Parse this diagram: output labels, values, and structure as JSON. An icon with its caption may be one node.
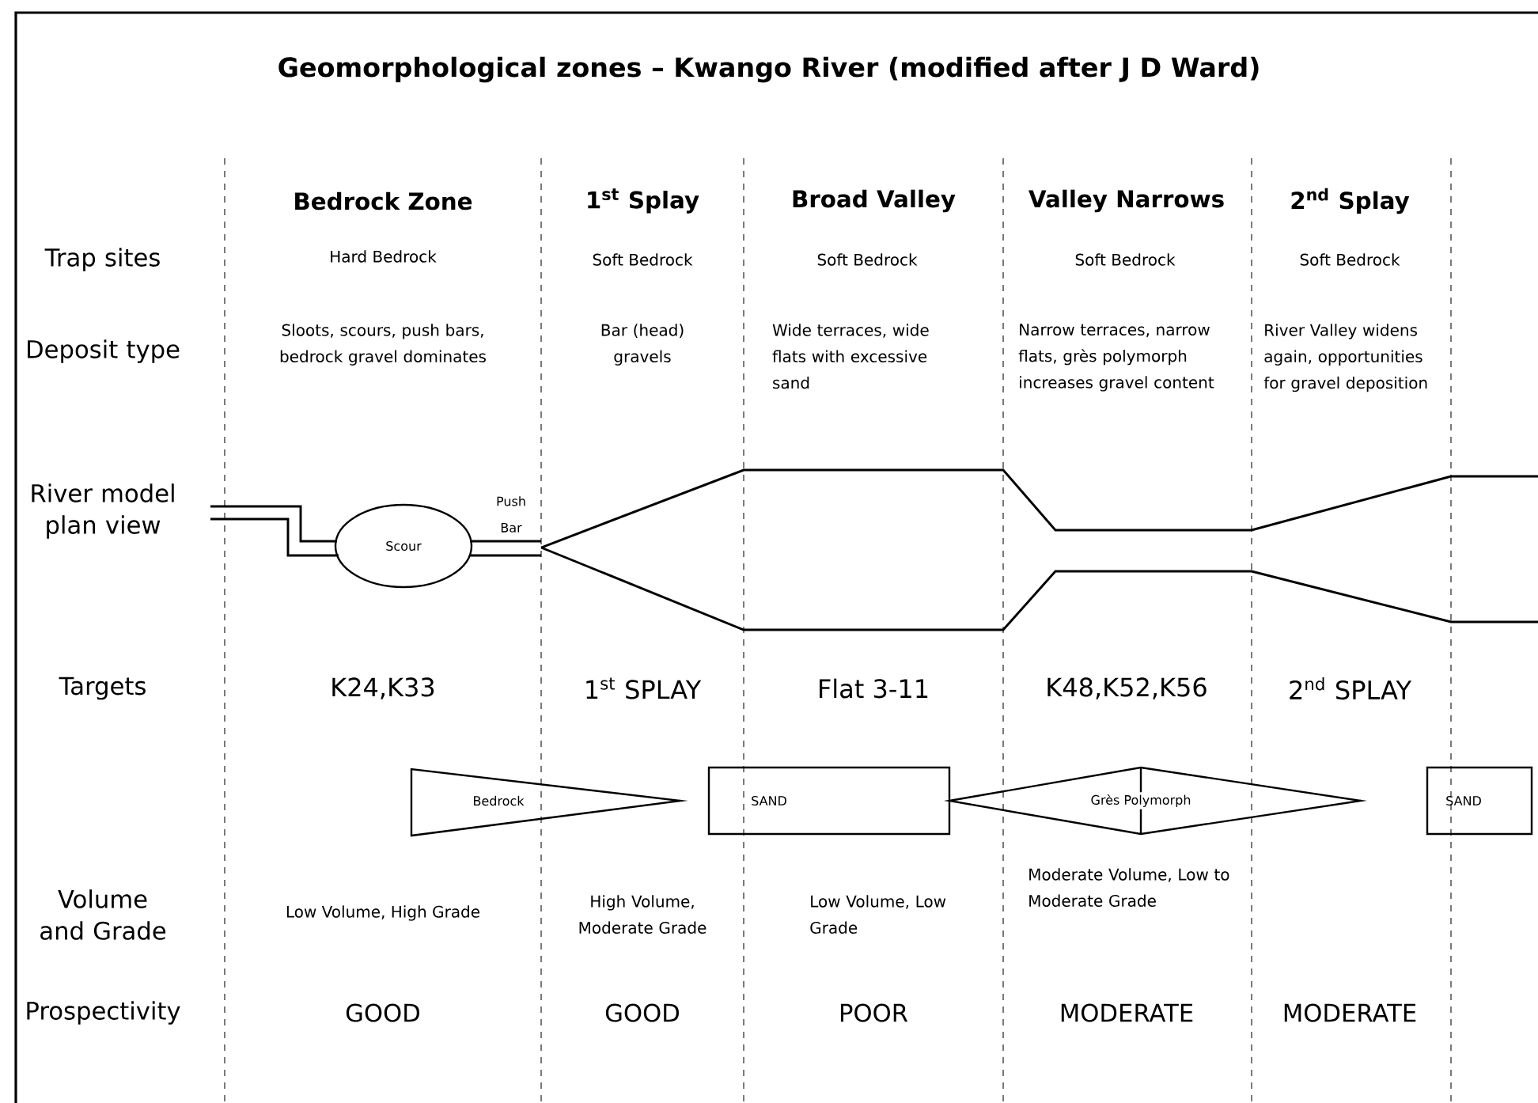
{
  "diagram": {
    "title": "Geomorphological zones – Kwango River (modified after J D Ward)",
    "nodes": [
      {
        "text": [
          "Scour"
        ]
      },
      {
        "text": [
          "Bedrock"
        ]
      },
      {
        "text": [
          "SAND"
        ]
      },
      {
        "text": [
          "Grès Polymorph"
        ]
      },
      {
        "text": [
          "SAND"
        ]
      }
    ],
    "labels": [
      "Bedrock Zone",
      "1$^{st}$ Splay",
      "Broad Valley",
      "Valley Narrows",
      "2$^{nd}$ Splay",
      "Trap sites",
      "Hard Bedrock",
      "Soft Bedrock",
      "Soft Bedrock",
      "Soft Bedrock",
      "Soft Bedrock",
      "Deposit type",
      "Sloots, scours, push bars, bedrock gravel dominates",
      "Bar (head) gravels",
      "Wide terraces, wide flats with excessive sand",
      "Narrow terraces, narrow flats, grès polymorph increases gravel content",
      "River Valley widens again, opportunities for gravel deposition",
      "River model plan view",
      "Push Bar",
      "Targets",
      "K24,K33",
      "1$^{st}$ SPLAY",
      "Flat 3-11",
      "K48,K52,K56",
      "2$^{nd}$ SPLAY",
      "Volume and Grade",
      "Low Volume, High Grade",
      "High Volume, Moderate Grade",
      "Low Volume, Low Grade",
      "Moderate Volume, Low to Moderate Grade",
      "Prospectivity",
      "GOOD",
      "GOOD",
      "POOR",
      "MODERATE",
      "MODERATE"
    ]
  }
}
